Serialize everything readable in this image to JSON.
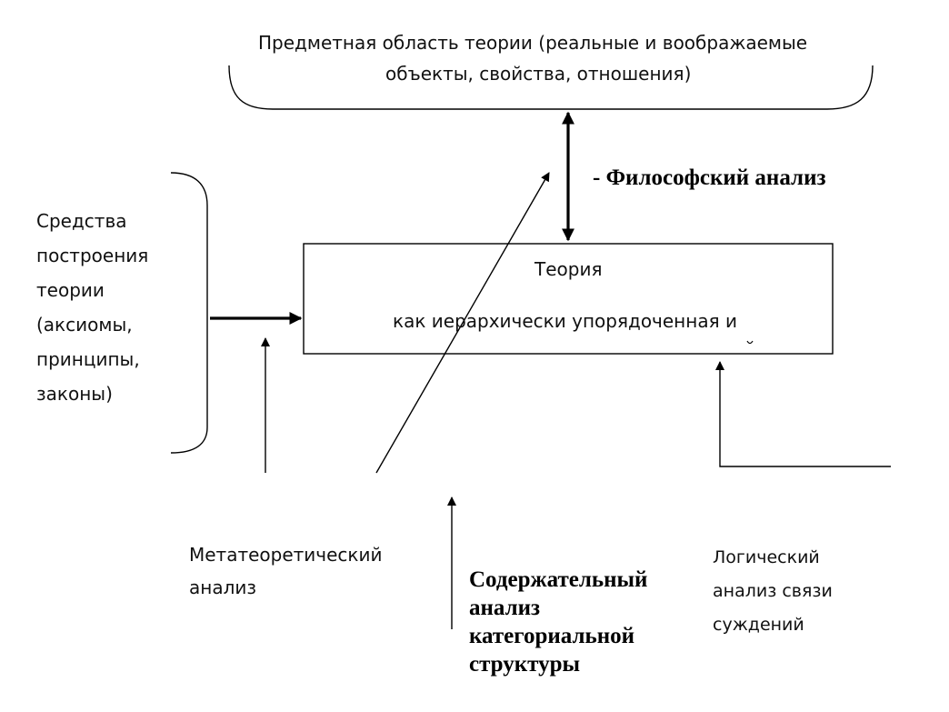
{
  "subject_area": {
    "line1": "Предметная область теории (реальные и воображаемые",
    "line2": "объекты, свойства, отношения)"
  },
  "philosophical_analysis": "- Философский анализ",
  "construction_means": {
    "lines": [
      "Средства",
      "построения",
      "теории",
      "(аксиомы,",
      "принципы,",
      "законы)"
    ]
  },
  "theory_box": {
    "title": "Теория",
    "subtitle": "как иерархически упорядоченная и"
  },
  "metatheoretical_analysis": {
    "lines": [
      "Метатеоретический",
      "анализ"
    ]
  },
  "content_analysis": {
    "lines": [
      "Содержательный",
      "анализ",
      "категориальной",
      "структуры"
    ]
  },
  "logical_analysis": {
    "lines": [
      "Логический",
      "анализ связи",
      "суждений"
    ]
  },
  "colors": {
    "ink": "#000000",
    "background": "#ffffff"
  }
}
